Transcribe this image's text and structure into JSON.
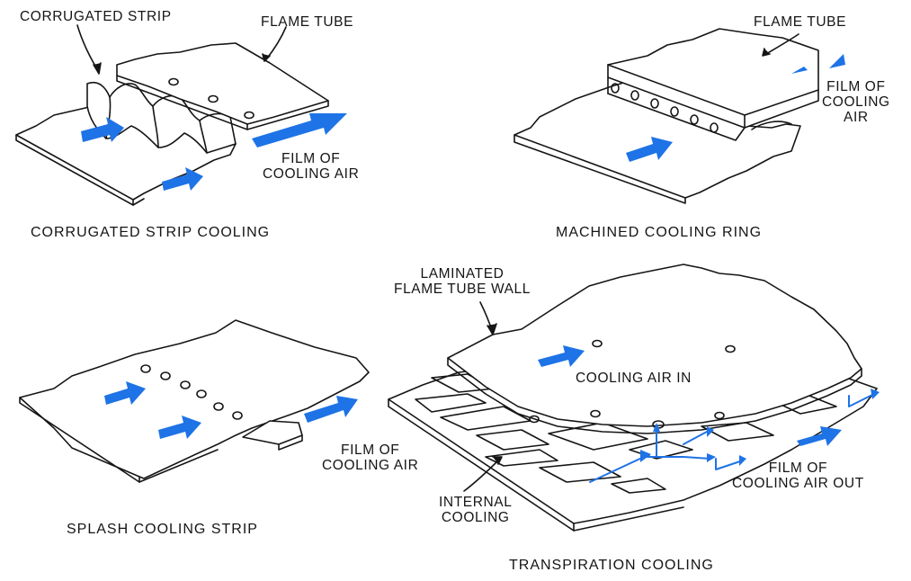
{
  "colors": {
    "ink": "#151515",
    "paper": "#ffffff",
    "airflow_arrow": "#1e73e6"
  },
  "panels": {
    "corrugated": {
      "caption": "CORRUGATED STRIP COOLING",
      "labels": {
        "corrugated_strip": "CORRUGATED STRIP",
        "flame_tube": "FLAME TUBE",
        "film_of_cooling_air": "FILM OF\nCOOLING AIR"
      }
    },
    "machined": {
      "caption": "MACHINED COOLING RING",
      "labels": {
        "flame_tube": "FLAME TUBE",
        "film_of_cooling_air": "FILM OF\nCOOLING\nAIR"
      }
    },
    "splash": {
      "caption": "SPLASH COOLING STRIP",
      "labels": {
        "film_of_cooling_air": "FILM OF\nCOOLING AIR"
      }
    },
    "transpiration": {
      "caption": "TRANSPIRATION COOLING",
      "labels": {
        "laminated_wall": "LAMINATED\nFLAME TUBE WALL",
        "cooling_air_in": "COOLING AIR IN",
        "internal_cooling": "INTERNAL\nCOOLING",
        "film_of_cooling_air_out": "FILM OF\nCOOLING AIR OUT"
      }
    }
  }
}
